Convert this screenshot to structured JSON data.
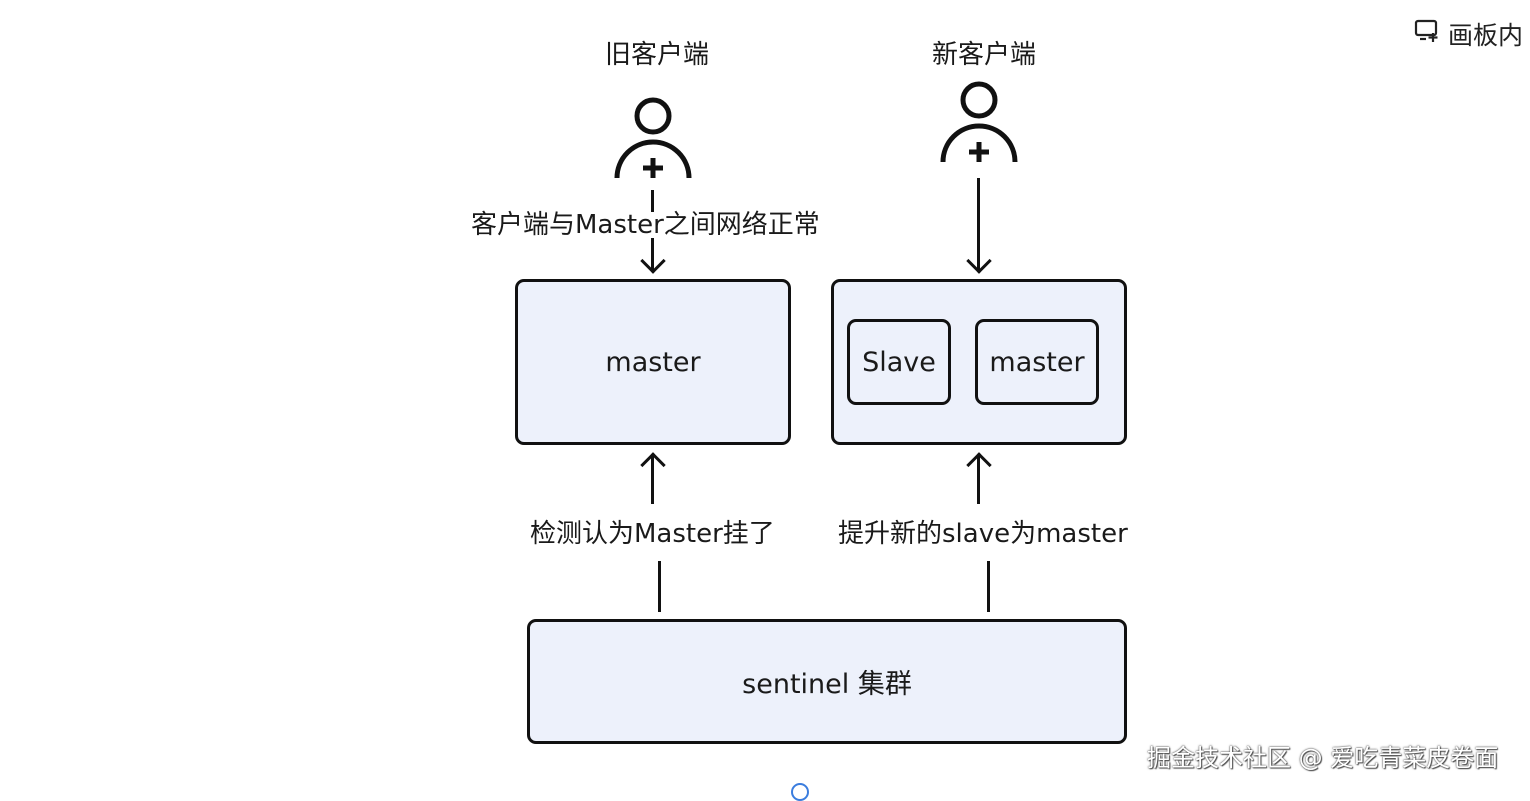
{
  "toolbar": {
    "board_button_label": "画板内"
  },
  "diagram": {
    "old_client_label": "旧客户端",
    "new_client_label": "新客户端",
    "network_label": "客户端与Master之间网络正常",
    "old_master_box": "master",
    "slave_box": "Slave",
    "new_master_box": "master",
    "detect_label": "检测认为Master挂了",
    "promote_label": "提升新的slave为master",
    "sentinel_box": "sentinel 集群"
  },
  "icons": {
    "client_icon": "user-add-icon",
    "toolbar_icon": "board-add-icon"
  },
  "watermark": "掘金技术社区 @ 爱吃青菜皮卷面"
}
